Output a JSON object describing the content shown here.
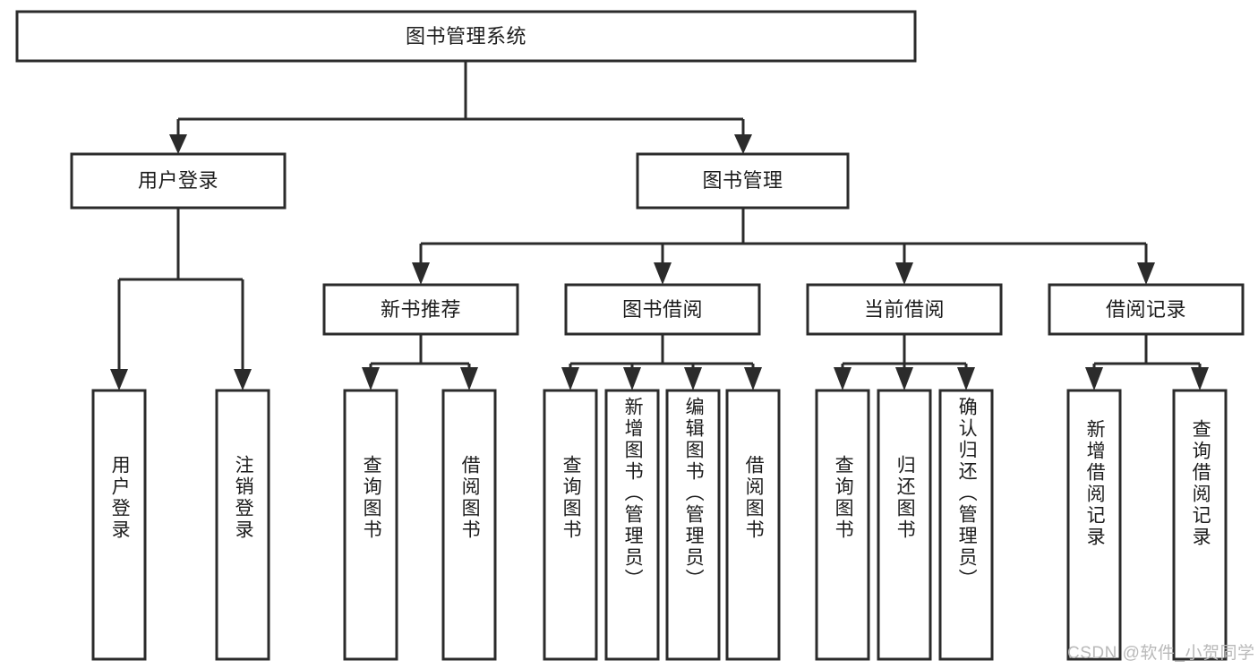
{
  "diagram": {
    "title_node": {
      "label": "图书管理系统"
    },
    "level2": [
      {
        "id": "user-login",
        "label": "用户登录"
      },
      {
        "id": "book-management",
        "label": "图书管理"
      }
    ],
    "level3": [
      {
        "id": "new-book-recommend",
        "label": "新书推荐"
      },
      {
        "id": "book-borrow",
        "label": "图书借阅"
      },
      {
        "id": "current-borrow",
        "label": "当前借阅"
      },
      {
        "id": "borrow-record",
        "label": "借阅记录"
      }
    ],
    "leaves": [
      {
        "id": "leaf-user-login",
        "label": "用户登录",
        "parent": "user-login"
      },
      {
        "id": "leaf-user-logout",
        "label": "注销登录",
        "parent": "user-login"
      },
      {
        "id": "leaf-query-book-1",
        "label": "查询图书",
        "parent": "new-book-recommend"
      },
      {
        "id": "leaf-borrow-book-1",
        "label": "借阅图书",
        "parent": "new-book-recommend"
      },
      {
        "id": "leaf-query-book-2",
        "label": "查询图书",
        "parent": "book-borrow"
      },
      {
        "id": "leaf-add-book-admin",
        "label": "新增图书（管理员）",
        "parent": "book-borrow"
      },
      {
        "id": "leaf-edit-book-admin",
        "label": "编辑图书（管理员）",
        "parent": "book-borrow"
      },
      {
        "id": "leaf-borrow-book-2",
        "label": "借阅图书",
        "parent": "book-borrow"
      },
      {
        "id": "leaf-query-book-3",
        "label": "查询图书",
        "parent": "current-borrow"
      },
      {
        "id": "leaf-return-book",
        "label": "归还图书",
        "parent": "current-borrow"
      },
      {
        "id": "leaf-confirm-return-admin",
        "label": "确认归还（管理员）",
        "parent": "current-borrow"
      },
      {
        "id": "leaf-add-borrow-record",
        "label": "新增借阅记录",
        "parent": "borrow-record"
      },
      {
        "id": "leaf-query-borrow-record",
        "label": "查询借阅记录",
        "parent": "borrow-record"
      }
    ]
  },
  "watermark": {
    "text": "CSDN @软件_小贺同学"
  },
  "colors": {
    "stroke": "#2b2b2b",
    "box_fill": "#ffffff",
    "text": "#1c1c1c",
    "watermark": "#b9b9b9",
    "background": "#ffffff"
  }
}
